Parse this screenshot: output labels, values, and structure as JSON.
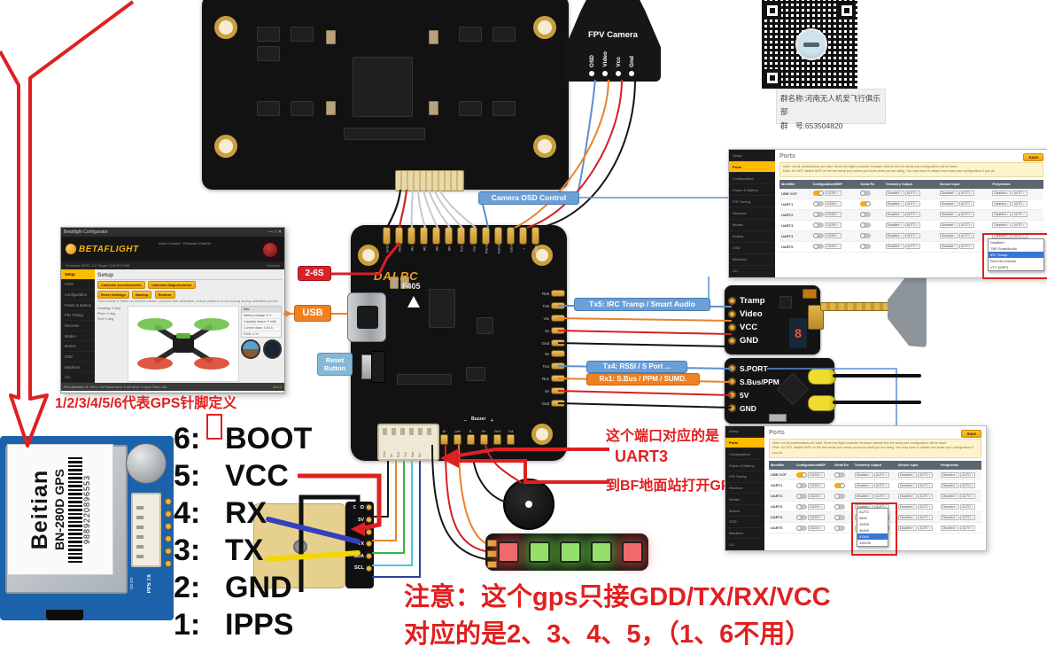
{
  "colors": {
    "accent_orange": "#ffbb00",
    "annotation_red": "#e02020",
    "label_blue": "#6b9fd8",
    "label_orange": "#f08020",
    "wire_blue": "#5b8fd0",
    "gps_board_blue": "#1b62aa"
  },
  "qr": {
    "line1": "群名称:河南无人机爱飞行俱乐部",
    "line2": "群　号:653504820"
  },
  "camera": {
    "title": "FPV Camera",
    "pins": [
      "OSD",
      "Video",
      "Vcc",
      "Gnd"
    ]
  },
  "fc": {
    "brand": "DALRC",
    "model": "F405",
    "top_pins": [
      "GND",
      "Vbat",
      "M1",
      "M2",
      "M3",
      "M4",
      "5Vs",
      "Cur",
      "Pwm1",
      "Pwm2",
      "Cam",
      "+",
      "GND"
    ],
    "right_pins_a": [
      "Rx5",
      "Tx5",
      "Vtx",
      "5v",
      "Gnd"
    ],
    "right_pins_b": [
      "9v",
      "Tx4",
      "Rx1",
      "5v",
      "Gnd"
    ],
    "bottom_pads": [
      "Gnd",
      "5v",
      "Led",
      "B-",
      "B+",
      "Rx4",
      "Tx4"
    ],
    "uart3_pins": [
      "Gnd",
      "5v",
      "Rx3",
      "Tx3",
      "Sda",
      "Scl"
    ],
    "buzzer": {
      "minus": "−",
      "label": "Buzzer",
      "plus": "+"
    }
  },
  "tags": {
    "battery": "2-6S",
    "usb": "USB",
    "reset_line1": "Reset",
    "reset_line2": "Button",
    "camera_osd": "Camera OSD Control",
    "tx5": "Tx5: IRC Tramp / Smart Audio",
    "tx4": "Tx4: RSSI / S Port ...",
    "rx1": "Rx1: S.Bus / PPM / SUMD."
  },
  "vtx": {
    "pins": [
      "Tramp",
      "Video",
      "VCC",
      "GND"
    ],
    "display": "8"
  },
  "receiver": {
    "pins": [
      "S.PORT",
      "S.Bus/PPM",
      "5V",
      "GND"
    ]
  },
  "gps_module": {
    "brand": "Beitian",
    "model": "BN-280D GPS",
    "serial": "9889220896553",
    "silk_pps": "PPS TX",
    "silk_d": "D2 D3"
  },
  "gps_breakout": {
    "pins": [
      "GND",
      "5V",
      "RX",
      "TX",
      "SDA",
      "SCL"
    ]
  },
  "pin_def": {
    "title": "1/2/3/4/5/6代表GPS针脚定义",
    "items": [
      {
        "n": "6:",
        "t": "BOOT"
      },
      {
        "n": "5:",
        "t": "VCC"
      },
      {
        "n": "4:",
        "t": "RX"
      },
      {
        "n": "3:",
        "t": "TX"
      },
      {
        "n": "2:",
        "t": "GND"
      },
      {
        "n": "1:",
        "t": "IPPS"
      }
    ]
  },
  "uart3_note": {
    "line1": "这个端口对应的是",
    "line2": "UART3",
    "line3": "到BF地面站打开GPS"
  },
  "bottom_note": {
    "line1": "注意：这个gps只接GDD/TX/RX/VCC",
    "line2": "对应的是2、3、4、5，（1、6不用）"
  },
  "bf_menu": [
    "Setup",
    "Ports",
    "Configuration",
    "Power & Battery",
    "PID Tuning",
    "Receiver",
    "Modes",
    "Motors",
    "OSD",
    "Blackbox",
    "CLI"
  ],
  "betaflight": {
    "window_title": "Betaflight Configurator",
    "win_controls": "—  □  ✕",
    "logo": "BETAFLIGHT",
    "mid_text": "Auto-Connect  ·  Firmware Flasher",
    "subbar_left": "Firmware: BTFL 3.2  Target: DALRCF405",
    "subbar_right": "Connect",
    "page_title": "Setup",
    "btn_calibrate": "Calibrate Accelerometer",
    "btn_mag": "Calibrate Magnetometer",
    "btn_reset": "Reset Settings",
    "btn_backup": "Backup",
    "btn_restore": "Restore",
    "para": "Place board or frame on leveled surface, proceed with calibration, ensure platform is not moving during calibration period.",
    "heading": "Heading: 0 deg",
    "pitch": "Pitch: 0 deg",
    "roll": "Roll: 0 deg",
    "info_title": "Info",
    "info_rows": [
      "Battery voltage: 0 V",
      "Capacity drawn: 0 mAh",
      "Current draw: 0.00 A",
      "RSSI: 0 %"
    ],
    "footer": "Port utilization: D: 1% U: 1%   Packet error: 0   I2C error: 0   Cycle Time: 126",
    "version": "10.3.1"
  },
  "ports": {
    "title": "Ports",
    "save": "Save",
    "note1": "Note: not all combinations are valid. When the flight controller firmware detects this the serial port configuration will be reset.",
    "note2": "Note: Do NOT disable MSP on the first serial port unless you know what you are doing. You may have to reflash and erase your configuration if you do.",
    "columns": [
      "Identifier",
      "Configuration/MSP",
      "Serial Rx",
      "Telemetry Output",
      "Sensor Input",
      "Peripherals"
    ],
    "rows": [
      {
        "id": "USB VCP",
        "msp": "on",
        "rx": "off"
      },
      {
        "id": "UART1",
        "msp": "off",
        "rx": "on"
      },
      {
        "id": "UART2",
        "msp": "off",
        "rx": "off"
      },
      {
        "id": "UART3",
        "msp": "off",
        "rx": "off"
      },
      {
        "id": "UART4",
        "msp": "off",
        "rx": "off"
      },
      {
        "id": "UART5",
        "msp": "off",
        "rx": "off"
      }
    ],
    "cell": {
      "disabled": "Disabled",
      "auto": "AUTO",
      "baud": "115200"
    }
  },
  "ports_top": {
    "options": [
      {
        "t": "Disabled"
      },
      {
        "t": "TBS SmartAudio"
      },
      {
        "t": "IRC Tramp",
        "cls": "hl"
      },
      {
        "t": "RunCam Device"
      },
      {
        "t": "VTX (MSP)"
      }
    ]
  },
  "ports_bottom": {
    "options": [
      {
        "t": "AUTO"
      },
      {
        "t": "9600"
      },
      {
        "t": "19200"
      },
      {
        "t": "38400"
      },
      {
        "t": "57600",
        "cls": "hl"
      },
      {
        "t": "115200"
      }
    ]
  }
}
